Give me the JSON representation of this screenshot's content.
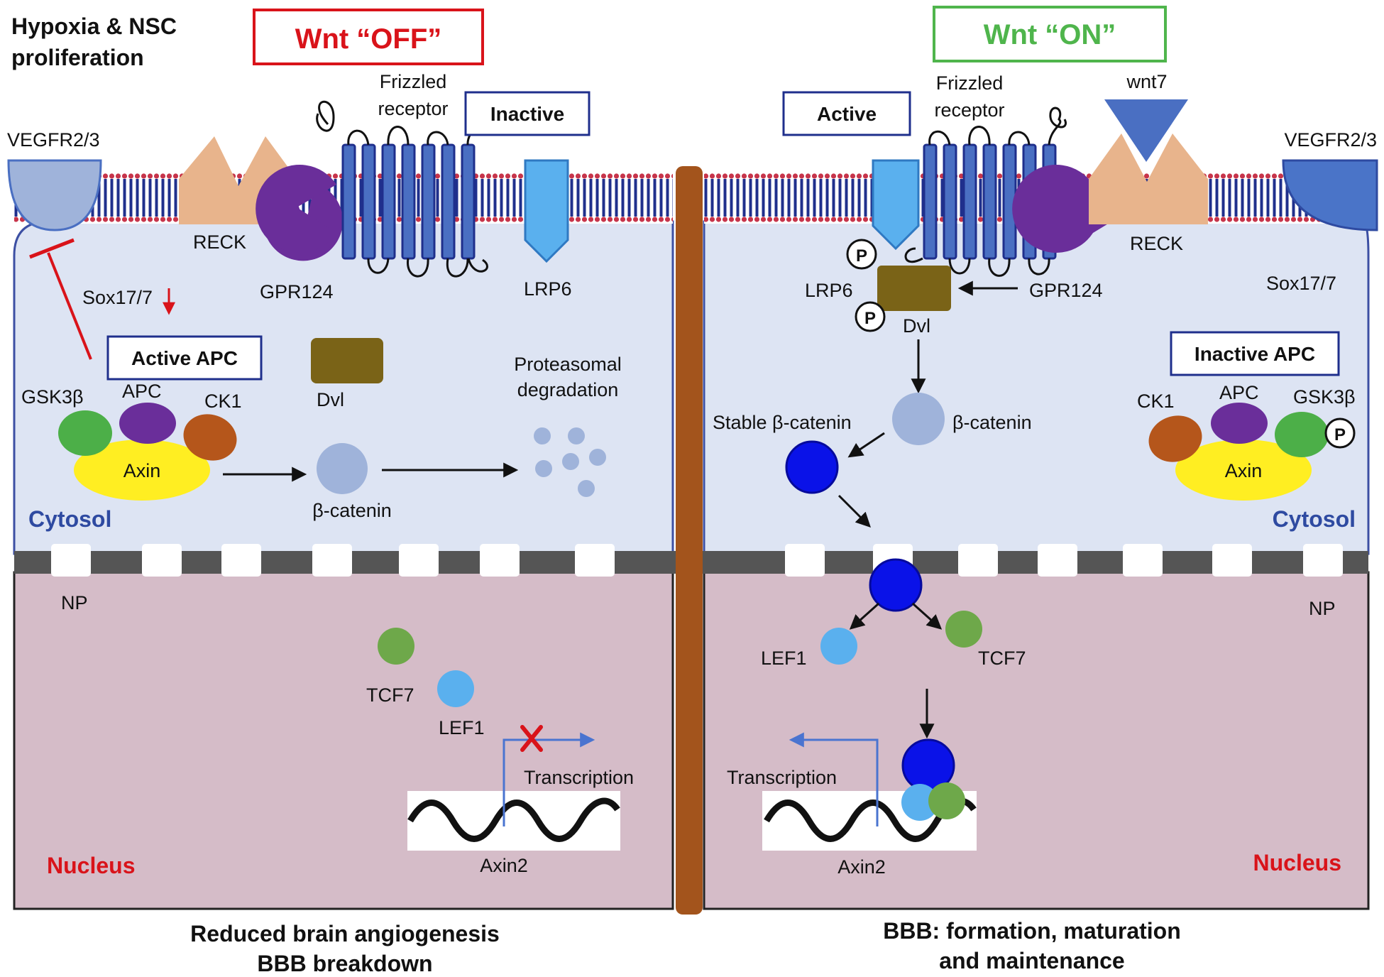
{
  "title": "Hypoxia & NSC proliferation",
  "title_lines": [
    "Hypoxia & NSC",
    "proliferation"
  ],
  "left": {
    "state": "Wnt “OFF”",
    "receptor_state": "Inactive",
    "frizzled_lines": [
      "Frizzled",
      "receptor"
    ],
    "vegfr": "VEGFR2/3",
    "reck": "RECK",
    "gpr124": "GPR124",
    "lrp6": "LRP6",
    "sox": "Sox17/7",
    "apc_state": "Active APC",
    "gsk3b": "GSK3β",
    "apc": "APC",
    "ck1": "CK1",
    "dvl": "Dvl",
    "axin": "Axin",
    "beta_catenin": "β-catenin",
    "proteasome_lines": [
      "Proteasomal",
      "degradation"
    ],
    "cytosol": "Cytosol",
    "np": "NP",
    "tcf7": "TCF7",
    "lef1": "LEF1",
    "transcription": "Transcription",
    "gene": "Axin2",
    "nucleus": "Nucleus",
    "outcome_lines": [
      "Reduced brain angiogenesis",
      "BBB breakdown"
    ]
  },
  "right": {
    "state": "Wnt “ON”",
    "receptor_state": "Active",
    "frizzled_lines": [
      "Frizzled",
      "receptor"
    ],
    "wnt": "wnt7",
    "vegfr": "VEGFR2/3",
    "reck": "RECK",
    "gpr124": "GPR124",
    "lrp6": "LRP6",
    "dvl": "Dvl",
    "sox": "Sox17/7",
    "apc_state": "Inactive APC",
    "ck1": "CK1",
    "apc": "APC",
    "gsk3b": "GSK3β",
    "axin": "Axin",
    "phospho": "P",
    "stable_beta_catenin": "Stable β-catenin",
    "beta_catenin": "β-catenin",
    "cytosol": "Cytosol",
    "np": "NP",
    "lef1": "LEF1",
    "tcf7": "TCF7",
    "transcription": "Transcription",
    "gene": "Axin2",
    "nucleus": "Nucleus",
    "outcome_lines": [
      "BBB: formation, maturation",
      "and maintenance"
    ]
  },
  "colors": {
    "off": "#d9131a",
    "on": "#4fb54c",
    "cytosol": "#dde4f3",
    "nucleus": "#d5bcc8",
    "membrane": "#1f2f8c",
    "receptor": "#4a6fc2",
    "divider": "#a3541c"
  }
}
